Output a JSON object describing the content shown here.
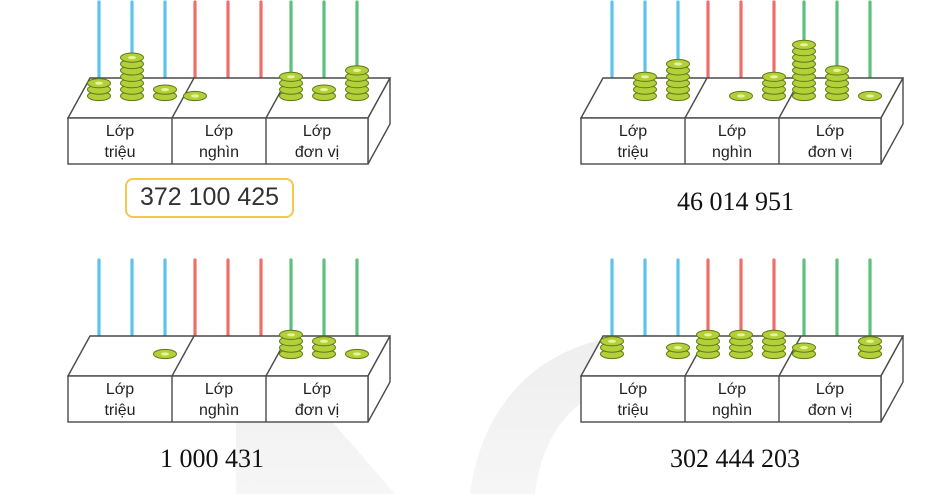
{
  "class_labels": [
    "Lớp\ntriệu",
    "Lớp\nnghìn",
    "Lớp\nđơn vị"
  ],
  "colors": {
    "trieu": "#5bc4e8",
    "nghin": "#ee6f68",
    "don_vi": "#5dc17c",
    "bead": "#b3cf3a",
    "bead_edge": "#5d7a12",
    "box_line": "#4a4a4a",
    "caption_border": "#f2c94c"
  },
  "abaci": [
    {
      "caption": "372 100 425",
      "digits": [
        3,
        7,
        2,
        1,
        0,
        0,
        4,
        2,
        5
      ],
      "highlighted": true
    },
    {
      "caption": "46 014 951",
      "digits": [
        0,
        4,
        6,
        0,
        1,
        4,
        9,
        5,
        1
      ],
      "highlighted": false
    },
    {
      "caption": "1 000 431",
      "digits": [
        0,
        0,
        1,
        0,
        0,
        0,
        4,
        3,
        1
      ],
      "highlighted": false
    },
    {
      "caption": "302 444 203",
      "digits": [
        3,
        0,
        2,
        4,
        4,
        4,
        2,
        0,
        3
      ],
      "highlighted": false
    }
  ]
}
